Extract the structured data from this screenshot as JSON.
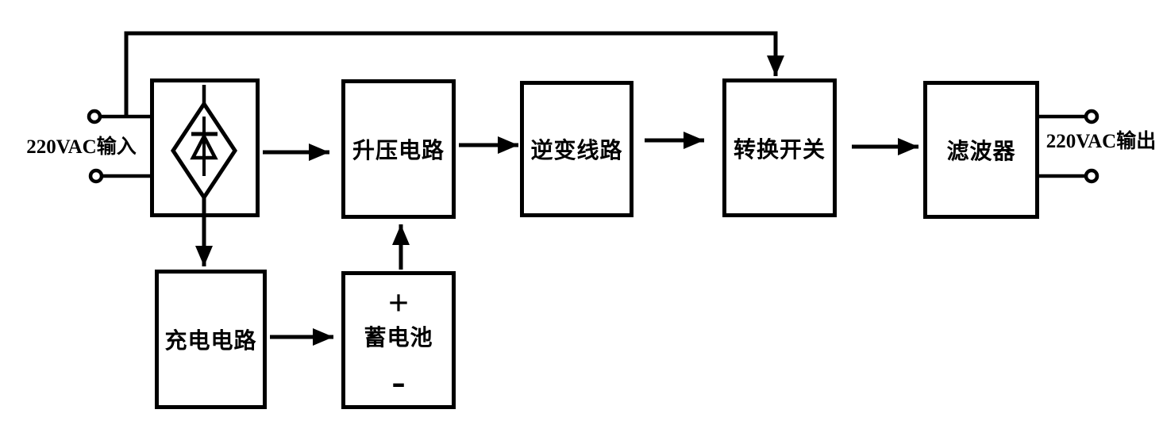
{
  "diagram": {
    "background_color": "#ffffff",
    "line_color": "#000000",
    "input_label": "220VAC输入",
    "output_label": "220VAC输出",
    "blocks": {
      "rectifier": {
        "icon": "bridge-rectifier-diode"
      },
      "boost": {
        "label": "升压电路"
      },
      "inverter": {
        "label": "逆变线路"
      },
      "transfer_switch": {
        "label": "转换开关"
      },
      "filter": {
        "label": "滤波器"
      },
      "charger": {
        "label": "充电电路"
      },
      "battery": {
        "label": "蓄电池",
        "plus_sign": "+",
        "minus_sign": "-"
      }
    },
    "connections": [
      {
        "from": "input-terminals",
        "to": "rectifier"
      },
      {
        "from": "input-terminals",
        "to": "transfer_switch",
        "via": "top-bypass-wire"
      },
      {
        "from": "rectifier",
        "to": "boost"
      },
      {
        "from": "boost",
        "to": "inverter"
      },
      {
        "from": "inverter",
        "to": "transfer_switch"
      },
      {
        "from": "transfer_switch",
        "to": "filter"
      },
      {
        "from": "filter",
        "to": "output-terminals"
      },
      {
        "from": "rectifier",
        "to": "charger"
      },
      {
        "from": "charger",
        "to": "battery"
      },
      {
        "from": "battery",
        "to": "boost"
      }
    ]
  }
}
